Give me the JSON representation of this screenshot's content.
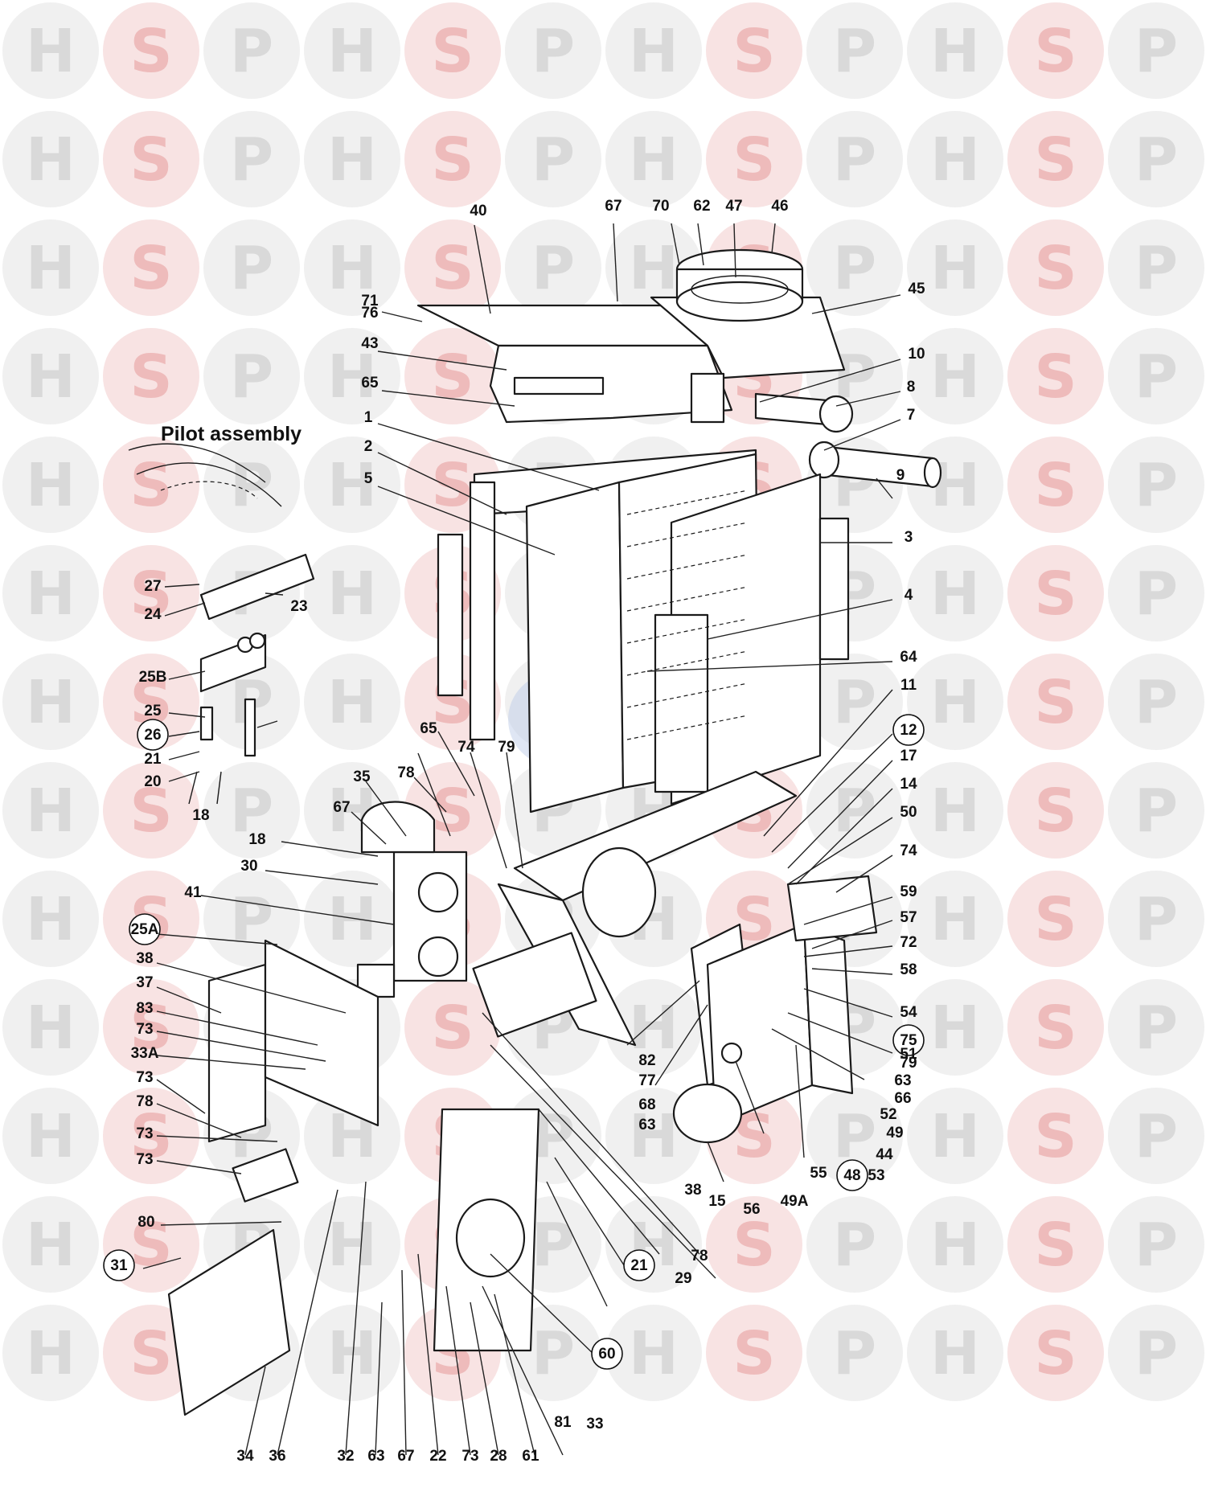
{
  "diagram": {
    "title": "Pilot assembly",
    "watermark": {
      "letters": [
        "H",
        "S",
        "P"
      ],
      "colors": {
        "neutral": "#e3e3e3",
        "accent": "#f3cccc",
        "letter_dark": "#cfcfcf",
        "letter_accent": "#e9a9a9"
      },
      "center_badge_color": "#b8c8e6"
    },
    "callouts": [
      "40",
      "67",
      "70",
      "62",
      "47",
      "46",
      "45",
      "71",
      "76",
      "43",
      "10",
      "8",
      "65",
      "7",
      "9",
      "1",
      "2",
      "5",
      "3",
      "4",
      "64",
      "11",
      "12",
      "17",
      "14",
      "50",
      "74",
      "59",
      "57",
      "72",
      "58",
      "54",
      "75",
      "51",
      "79",
      "63",
      "66",
      "52",
      "49",
      "44",
      "53",
      "48",
      "55",
      "49A",
      "56",
      "15",
      "78",
      "29",
      "38",
      "21",
      "60",
      "33",
      "81",
      "61",
      "28",
      "73",
      "22",
      "67",
      "63",
      "32",
      "36",
      "34",
      "31",
      "80",
      "73",
      "73",
      "78",
      "73",
      "33A",
      "73",
      "83",
      "37",
      "38",
      "25A",
      "41",
      "30",
      "18",
      "67",
      "35",
      "78",
      "65",
      "74",
      "79",
      "82",
      "77",
      "68",
      "63",
      "27",
      "24",
      "23",
      "25B",
      "25",
      "26",
      "21",
      "20",
      "18"
    ]
  }
}
